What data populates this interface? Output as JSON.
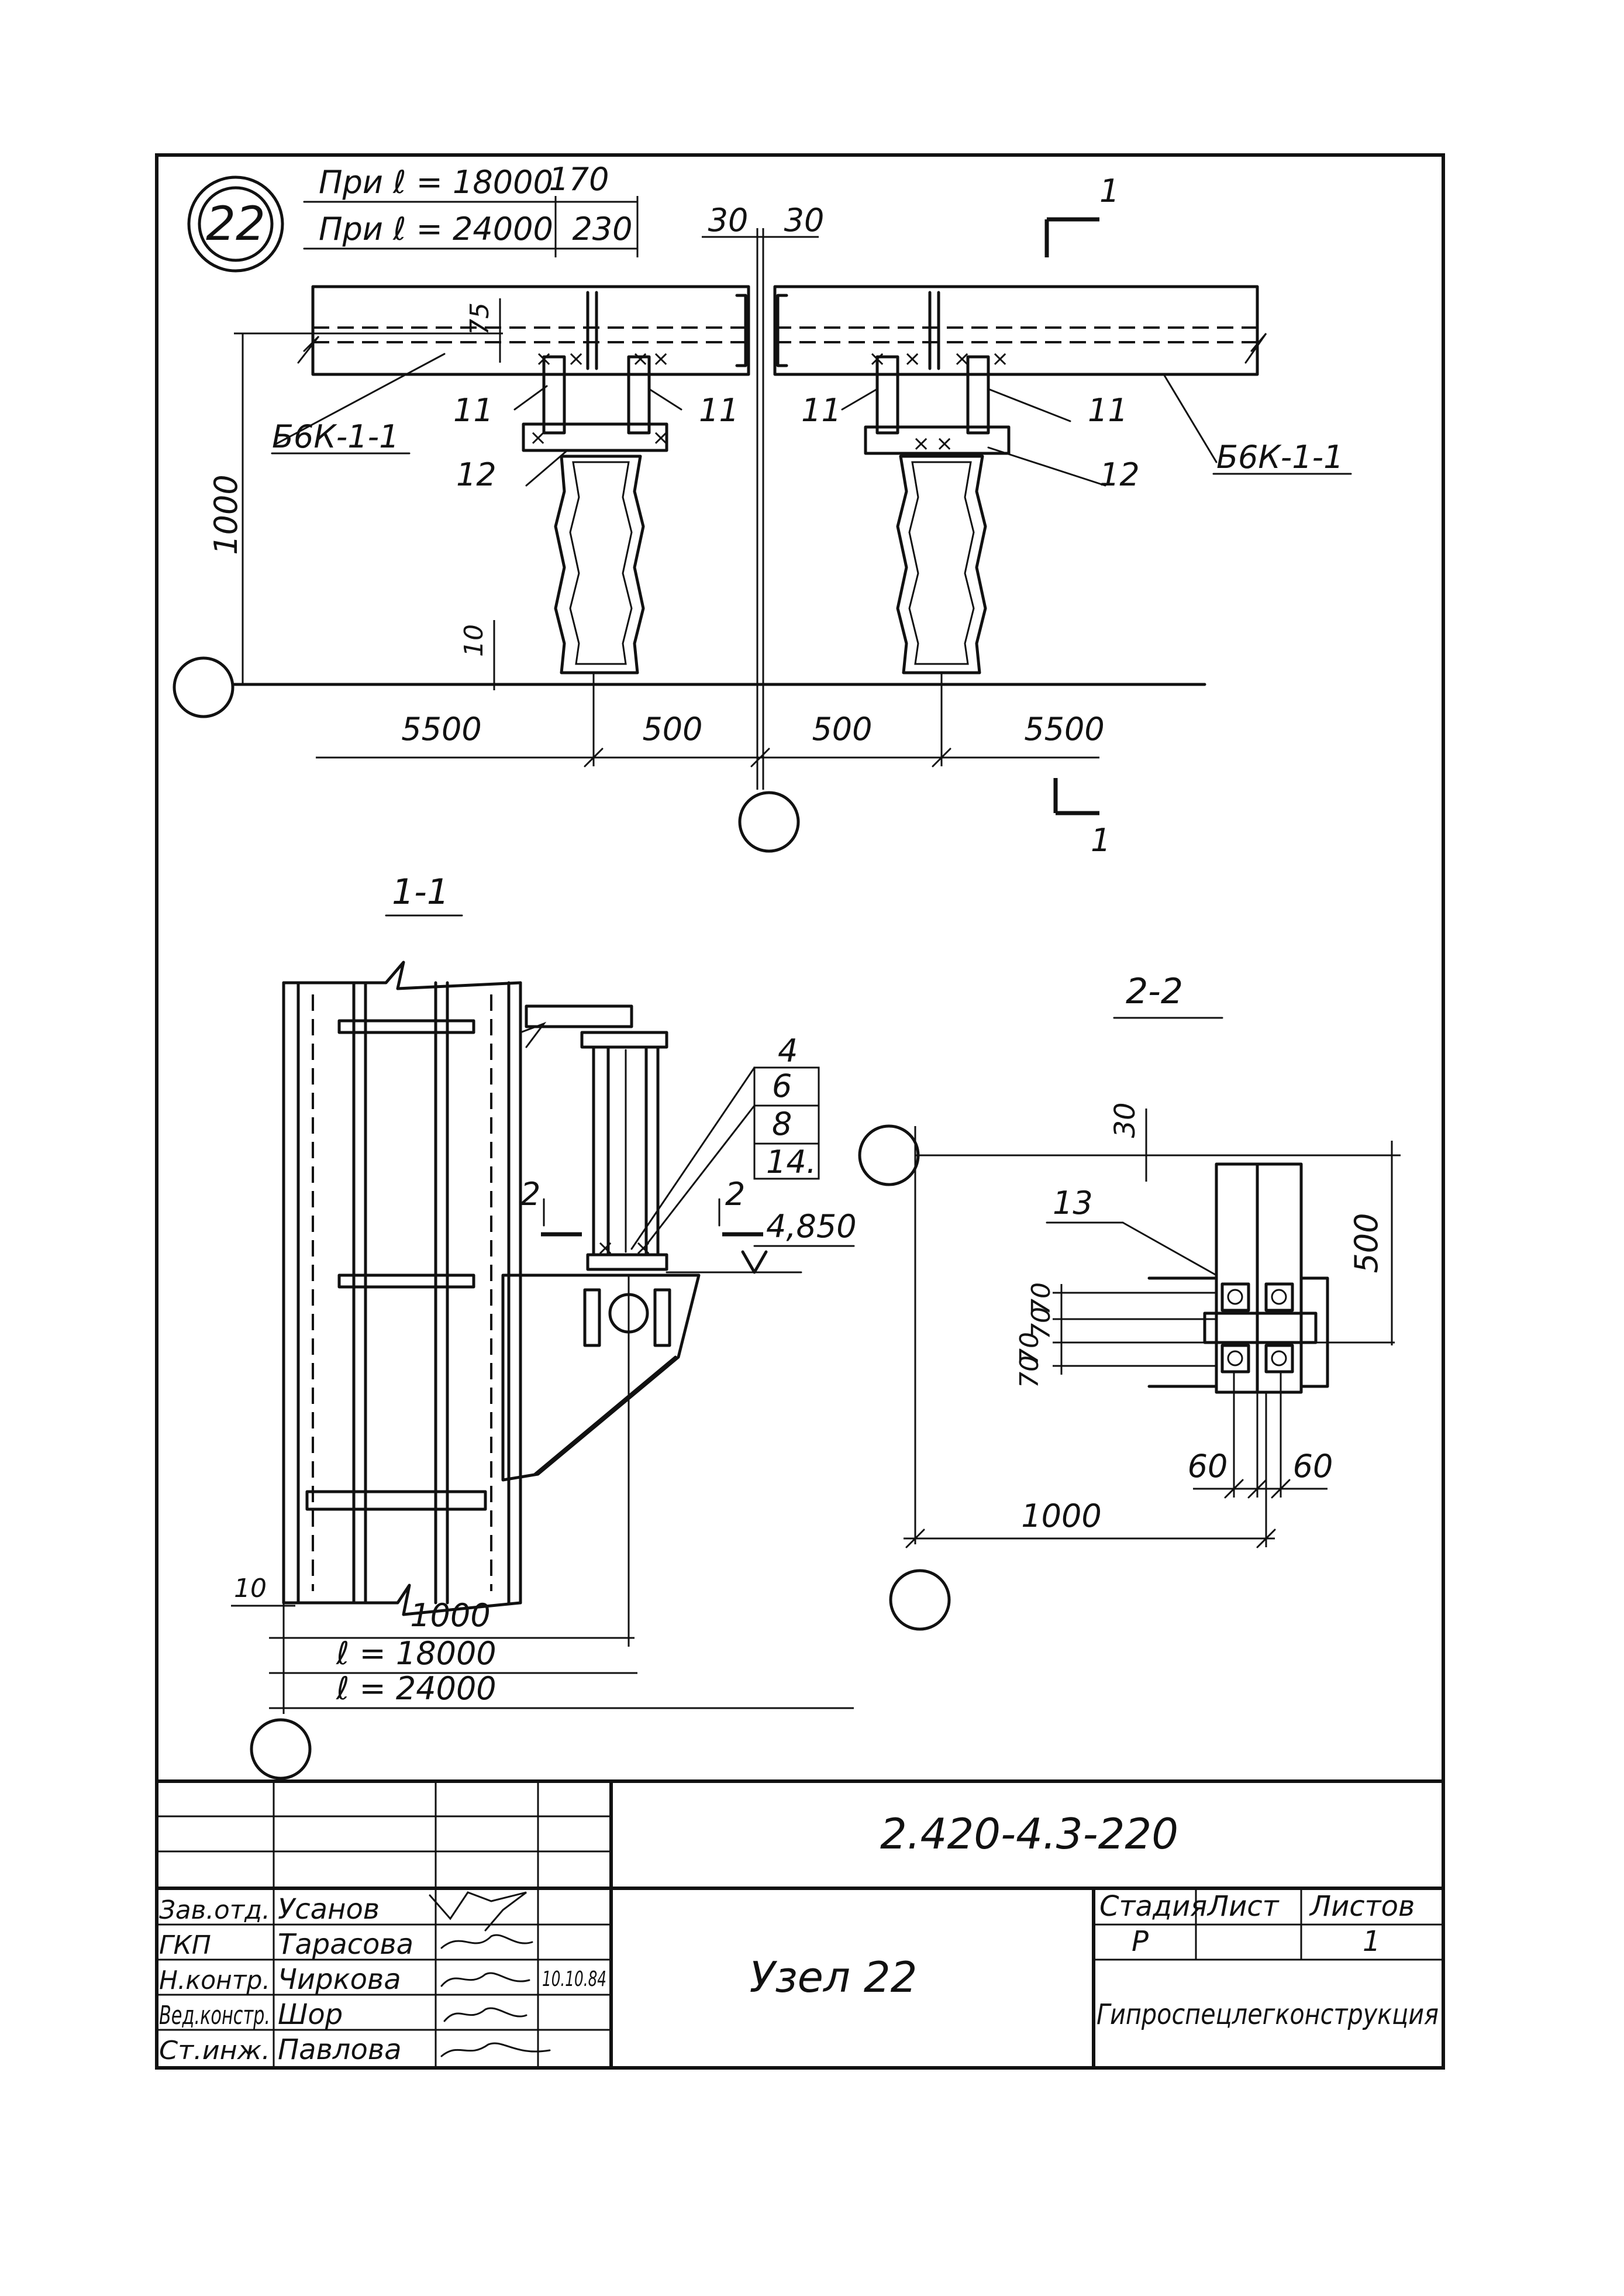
{
  "node_label": "22",
  "top_view": {
    "note_l1": "При ℓ = 18000",
    "note_l2": "При ℓ = 24000",
    "dim_170": "170",
    "dim_230": "230",
    "dim_30_left": "30",
    "dim_30_right": "30",
    "dim_75": "75",
    "dim_1000_vert": "1000",
    "dim_10": "10",
    "dim_5500_left": "5500",
    "dim_500_left": "500",
    "dim_500_right": "500",
    "dim_5500_right": "5500",
    "beam_left": "Б6К-1-1",
    "beam_right": "Б6К-1-1",
    "pos_11_a": "11",
    "pos_11_b": "11",
    "pos_11_c": "11",
    "pos_11_d": "11",
    "pos_12_a": "12",
    "pos_12_b": "12",
    "section_mark_top": "1",
    "section_mark_bottom": "1"
  },
  "section_1_1": {
    "title": "1-1",
    "section_2_left": "2",
    "section_2_right": "2",
    "stack_4": "4",
    "stack_6": "6",
    "stack_8": "8",
    "stack_14": "14.",
    "elevation": "4,850",
    "dim_10": "10",
    "dim_1000": "1000",
    "dim_l18000": "ℓ = 18000",
    "dim_l24000": "ℓ = 24000"
  },
  "section_2_2": {
    "title": "2-2",
    "dim_30": "30",
    "dim_500": "500",
    "pos_13": "13",
    "dim_70_a": "70",
    "dim_70_b": "70",
    "dim_70_c": "70",
    "dim_70_d": "70",
    "dim_60_left": "60",
    "dim_60_right": "60",
    "dim_1000": "1000"
  },
  "title_block": {
    "doc_code": "2.420-4.3-220",
    "sheet_title": "Узел 22",
    "stage_header": "Стадия",
    "sheet_header": "Лист",
    "sheets_header": "Листов",
    "stage_value": "Р",
    "sheets_value": "1",
    "org": "Гипроспецлегконструкция",
    "date": "10.10.84",
    "rows": [
      {
        "role": "Зав.отд.",
        "name": "Усанов"
      },
      {
        "role": "ГКП",
        "name": "Тарасова"
      },
      {
        "role": "Н.контр.",
        "name": "Чиркова"
      },
      {
        "role": "Вед.констр.",
        "name": "Шор"
      },
      {
        "role": "Ст.инж.",
        "name": "Павлова"
      }
    ]
  }
}
